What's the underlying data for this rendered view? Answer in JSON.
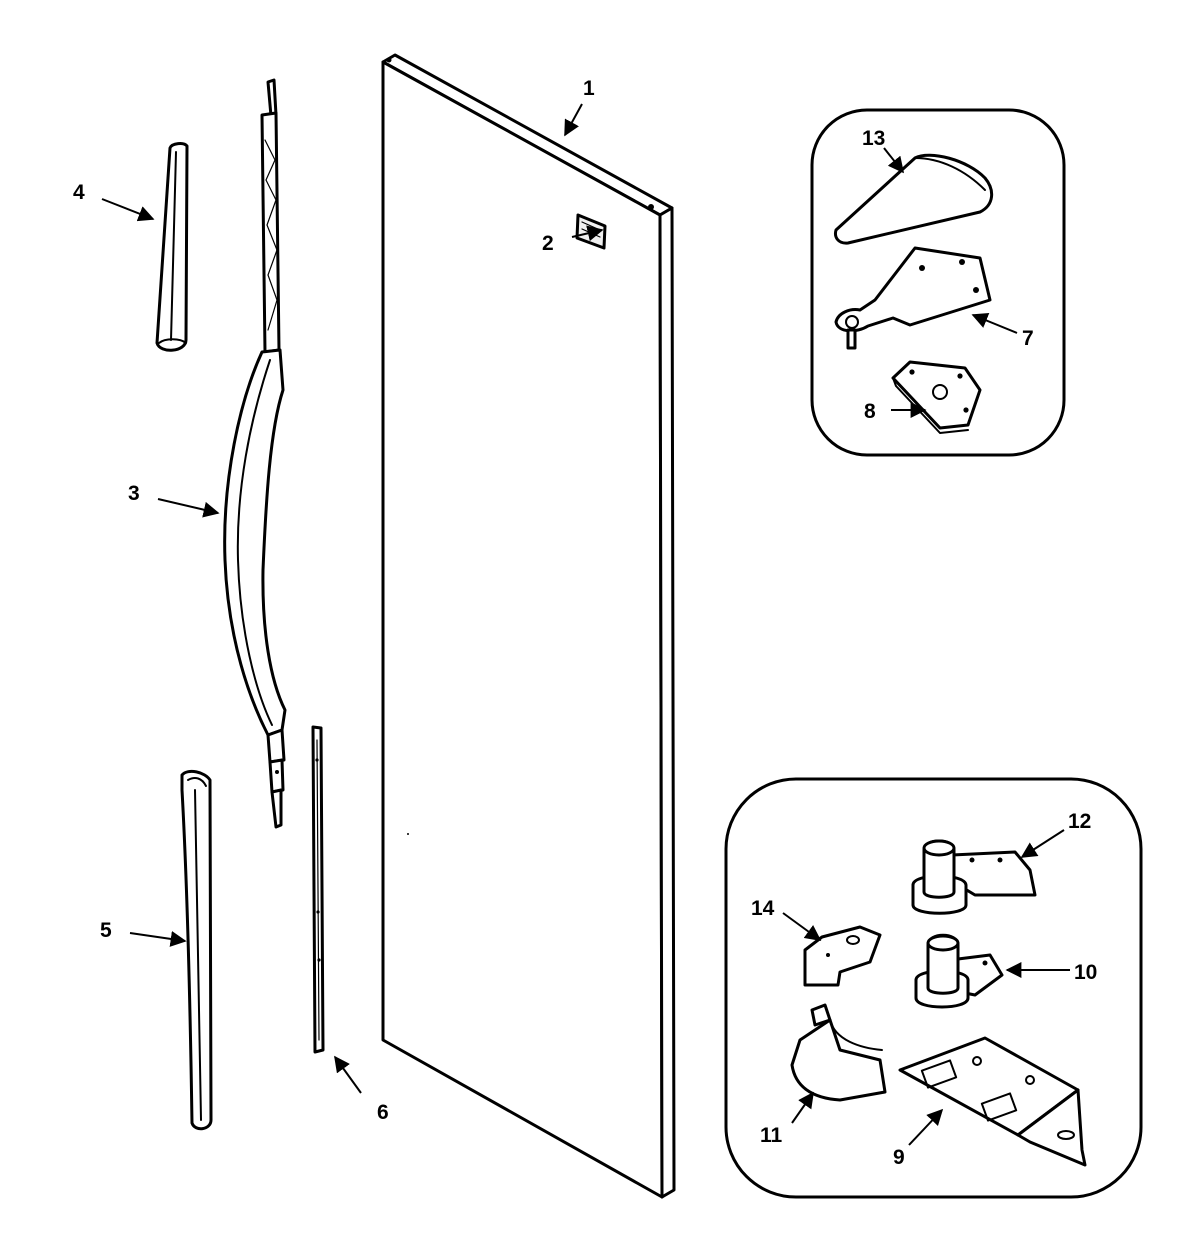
{
  "callouts": [
    {
      "id": "door",
      "number": "1"
    },
    {
      "id": "nameplate",
      "number": "2"
    },
    {
      "id": "handle",
      "number": "3"
    },
    {
      "id": "handle-cap",
      "number": "4"
    },
    {
      "id": "door-trim",
      "number": "5"
    },
    {
      "id": "retainer-strip",
      "number": "6"
    },
    {
      "id": "top-hinge",
      "number": "7"
    },
    {
      "id": "shim",
      "number": "8"
    },
    {
      "id": "bottom-hinge-bracket",
      "number": "9"
    },
    {
      "id": "center-hinge",
      "number": "10"
    },
    {
      "id": "hinge-cover",
      "number": "11"
    },
    {
      "id": "bottom-hinge-pin",
      "number": "12"
    },
    {
      "id": "top-hinge-cover",
      "number": "13"
    },
    {
      "id": "clip",
      "number": "14"
    }
  ]
}
